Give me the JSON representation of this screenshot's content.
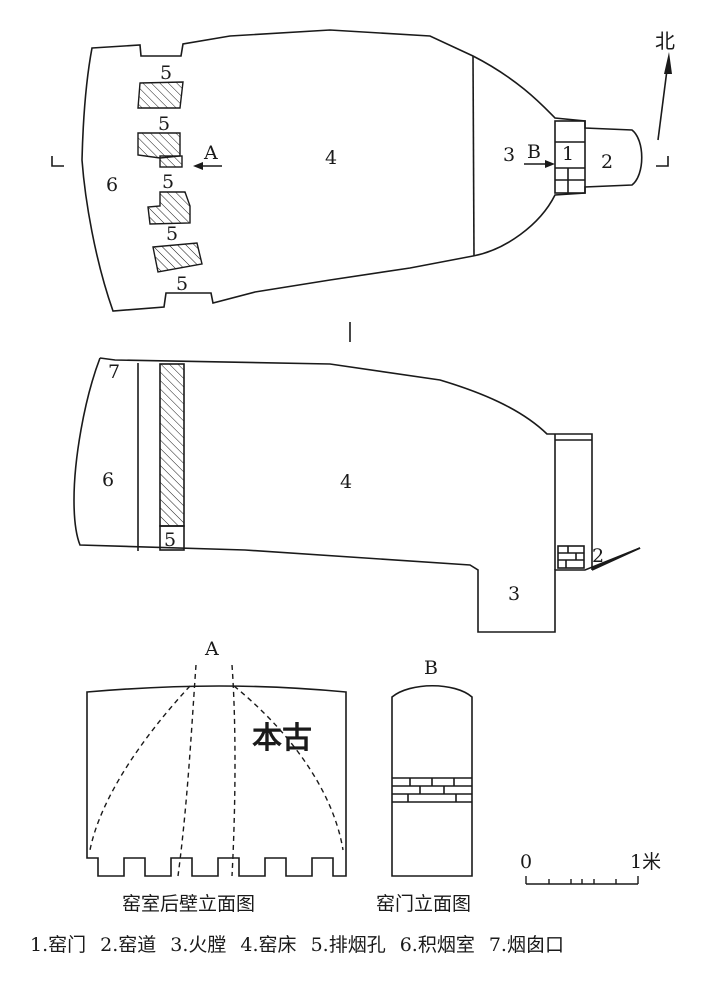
{
  "compass": {
    "north_label": "北"
  },
  "plan": {
    "labels": {
      "l1": "1",
      "l2": "2",
      "l3": "3",
      "l4": "4",
      "l6": "6",
      "l5a": "5",
      "l5b": "5",
      "l5c": "5",
      "l5d": "5",
      "l5e": "5",
      "secA": "A",
      "secB": "B"
    }
  },
  "section": {
    "labels": {
      "l7": "7",
      "l6": "6",
      "l4": "4",
      "l5": "5",
      "l2": "2",
      "l3": "3"
    },
    "marker": "I"
  },
  "elevation_a": {
    "letter": "A",
    "caption": "窑室后壁立面图",
    "stamp": "本古"
  },
  "elevation_b": {
    "letter": "B",
    "caption": "窑门立面图"
  },
  "scale": {
    "zero": "0",
    "one": "1米"
  },
  "legend": [
    "1.窑门",
    "2.窑道",
    "3.火膛",
    "4.窑床",
    "5.排烟孔",
    "6.积烟室",
    "7.烟囱口"
  ],
  "colors": {
    "ink": "#1a1a1a",
    "paper": "#ffffff"
  }
}
